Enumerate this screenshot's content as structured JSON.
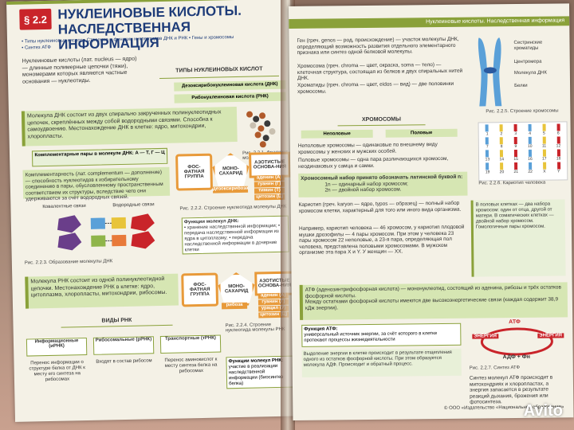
{
  "left": {
    "section": "§ 2.2",
    "title_line1": "НУКЛЕИНОВЫЕ КИСЛОТЫ.",
    "title_line2": "НАСЛЕДСТВЕННАЯ ИНФОРМАЦИЯ",
    "nav1": "• Типы нуклеиновых кислот  • Строение и функции нуклеотидов ДНК и РНК  • Гены и хромосомы",
    "nav2": "• Синтез АТФ",
    "def_text": "Нуклеиновые кислоты (лат. nucleus — ядро) — длинные полимерные цепочки (тяжи), мономерами которых являются частные основания — нуклеотиды.",
    "types_title": "ТИПЫ НУКЛЕИНОВЫХ КИСЛОТ",
    "dna_type": "Дезоксирибонуклеиновая кислота (ДНК)",
    "rna_type": "Рибонуклеиновая кислота (РНК)",
    "dna_box": "Молекула ДНК состоит из двух спирально закрученных полинуклеотидных цепочек, скреплённых между собой водородными связями. Способна к самоудвоению. Местонахождение ДНК в клетке: ядро, митохондрии, хлоропласты.",
    "fig221": "Рис. 2.2.1. Фрагмент молекулы ДНК",
    "pairs_title": "Комплементарные пары в молекуле ДНК: А — Т, Г — Ц",
    "compl_text": "Комплементарность (лат. complementum — дополнение) — способность нуклеотидов к избирательному соединению в пары, обусловленному пространственным соответствием их структуры, вследствие чего они удерживаются за счёт водородных связей.",
    "bond_label1": "Ковалентные связи",
    "bond_label2": "Водородные связи",
    "fig223": "Рис. 2.2.3. Образование молекулы ДНК",
    "dna_nuc": {
      "phos": "ФОС-ФАТНАЯ ГРУППА",
      "sugar": "МОНО-САХАРИД",
      "sugar_name": "дезоксирибоза",
      "bases": "АЗОТИСТЫЕ ОСНОВА-НИЯ",
      "b1": "аденин (А)",
      "b2": "гуанин (Г)",
      "b3": "тимин (Т)",
      "b4": "цитозин (Ц)"
    },
    "fig222": "Рис. 2.2.2. Строение нуклеотида молекулы ДНК",
    "func_dna_title": "Функции молекул ДНК:",
    "func_dna": "• хранение наследственной информации; • передача наследственной информации из ядра в цитоплазму; • передача наследственной информации в дочерние клетки",
    "rna_box": "Молекула РНК состоит из одной полинуклеотидной цепочки. Местонахождение РНК в клетке: ядро, цитоплазма, хлоропласты, митохондрии, рибосомы.",
    "rna_nuc": {
      "phos": "ФОС-ФАТНАЯ ГРУППА",
      "sugar": "МОНО-САХАРИД",
      "sugar_name": "рибоза",
      "bases": "АЗОТИСТЫЕ ОСНОВА-НИЯ",
      "b1": "аденин (А)",
      "b2": "гуанин (Г)",
      "b3": "урацил (У)",
      "b4": "цитозин (Ц)"
    },
    "fig224": "Рис. 2.2.4. Строение нуклеотида молекулы РНК",
    "kinds_title": "ВИДЫ РНК",
    "kind1": "Информационные (иРНК)",
    "kind2": "Рибосомальные (рРНК)",
    "kind3": "Транспортные (тРНК)",
    "kind1_txt": "Перенос информации о структуре белка от ДНК к месту его синтеза на рибосомах",
    "kind2_txt": "Входят в состав рибосом",
    "kind3_txt": "Перенос аминокислот к месту синтеза белка на рибосомах",
    "func_rna_title": "Функции молекул РНК:",
    "func_rna": "участие в реализации наследственной информации (биосинтез белка)"
  },
  "right": {
    "running_head": "Нуклеиновые кислоты. Наследственная информация",
    "gene_text": "Ген (греч. genos — род, происхождение) — участок молекулы ДНК, определяющий возможность развития отдельного элементарного признака или синтез одной белковой молекулы.",
    "chrom_text": "Хромосома (греч. chroma — цвет, окраска, soma — тело) — клеточная структура, состоящая из белков и двух спиральных нитей ДНК.",
    "chromatids_text": "Хроматиды (греч. chroma — цвет, eidos — вид) — две половинки хромосомы.",
    "chrom_labels": [
      "Сестринские хроматиды",
      "Центромера",
      "Молекула ДНК",
      "Белки"
    ],
    "fig225": "Рис. 2.2.5. Строение хромосомы",
    "chrom_title": "ХРОМОСОМЫ",
    "non_sex": "Неполовые",
    "sex": "Половые",
    "nonsex_txt": "Неполовые хромосомы — одинаковые по внешнему виду хромосомы у женских и мужских особей.",
    "sex_txt": "Половые хромосомы — одна пара различающихся хромосом, неодинаковых у самца и самки.",
    "set_title": "Хромосомный набор принято обозначать латинской буквой n:",
    "set1": "1n — одинарный набор хромосом;",
    "set2": "2n — двойной набор хромосом.",
    "karyo_text": "Кариотип (греч. karyon — ядро, typos — образец) — полный набор хромосом клетки, характерный для того или иного вида организма.",
    "karyo_nums": [
      "1",
      "2",
      "3",
      "4",
      "5",
      "6",
      "7",
      "8",
      "9",
      "10",
      "11",
      "12",
      "13",
      "14",
      "15",
      "16",
      "17",
      "18",
      "19",
      "20",
      "21",
      "22",
      "X",
      "Y"
    ],
    "fig226": "Рис. 2.2.6. Кариотип человека",
    "example_text": "Например, кариотип человека — 46 хромосом, у кариотип плодовой мушки дрозофилы — 4 пары хромосом. При этом у человека 23 пары хромосом 22 неполовые, а 23-я пара, определяющая пол человека, представлена половыми хромосомами. В мужском организме эта пара X и Y. У женщин — XX.",
    "side_note": "В половых клетках — два набора хромосом: один от отца, другой от матери. В соматических клетках — двойной набор хромосом. Гомологичные пары хромосом.",
    "atp_text": "АТФ (аденозинтрифосфорная кислота) — мононуклеотид, состоящий из аденина, рибозы и трёх остатков фосфорной кислоты.",
    "atp_text2": "Между остатками фосфорной кислоты имеются две высокоэнергетические связи (каждая содержит 38,9 кДж энергии).",
    "func_atp_title": "Функция АТФ:",
    "func_atp": "универсальный источник энергии, за счёт которого в клетке протекают процессы жизнедеятельности",
    "energy_note": "Выделение энергии в клетке происходит в результате отщепления одного из остатков фосфорной кислоты. При этом образуется молекула АДФ. Происходит и обратный процесс.",
    "atp_label": "АТФ",
    "energy_label": "ЭНЕРГИЯ",
    "adp_label": "АДФ + Фн",
    "fig227": "Рис. 2.2.7. Синтез АТФ",
    "synth_text": "Синтез молекул АТФ происходит в митохондриях и хлоропластах, а энергия запасается в результате реакций дыхания, брожения или фотосинтеза.",
    "footer": "© ООО «Издательство «Национальное образование»"
  },
  "watermark": "Avito"
}
